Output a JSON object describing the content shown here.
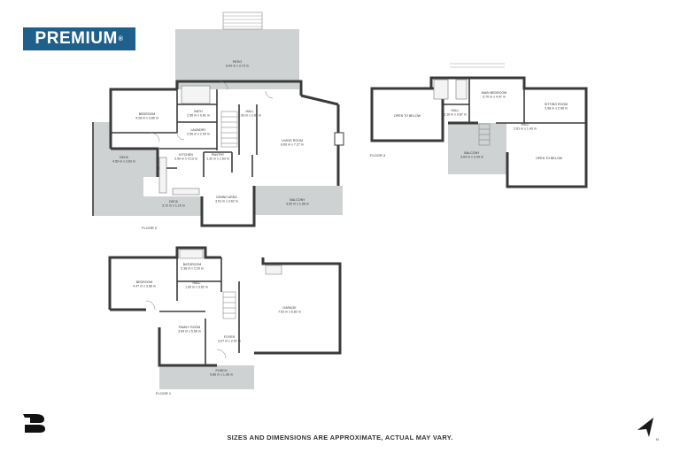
{
  "branding": {
    "logo_text": "PREMIUM",
    "trademark": "®",
    "accent_color": "#1f5f8b"
  },
  "disclaimer": "SIZES AND DIMENSIONS ARE APPROXIMATE, ACTUAL MAY VARY.",
  "colors": {
    "wall": "#3a3a3a",
    "outdoor": "#cfd2d2",
    "interior": "#ffffff"
  },
  "floors": {
    "floor2": {
      "label": "FLOOR 2",
      "rooms": [
        {
          "name": "PATIO",
          "dims": "8.00 m x 3.73 m"
        },
        {
          "name": "BEDROOM",
          "dims": "4.28 m x 3.86 m"
        },
        {
          "name": "BATH",
          "dims": "2.56 m x 0.81 m"
        },
        {
          "name": "LAUNDRY",
          "dims": "2.56 m x 2.09 m"
        },
        {
          "name": "HALL",
          "dims": "1.93 m x 2.87 m"
        },
        {
          "name": "DECK",
          "dims": "4.50 m x 3.83 m"
        },
        {
          "name": "KITCHEN",
          "dims": "3.90 m x 4.13 m"
        },
        {
          "name": "PANTRY",
          "dims": "1.32 m x 1.53 m"
        },
        {
          "name": "LIVING ROOM",
          "dims": "6.60 m x 7.27 m"
        },
        {
          "name": "DINING AREA",
          "dims": "3.51 m x 3.62 m"
        },
        {
          "name": "BALCONY",
          "dims": "3.90 m x 1.98 m"
        },
        {
          "name": "DECK",
          "dims": "3.72 m x 1.10 m"
        }
      ]
    },
    "floor3": {
      "label": "FLOOR 3",
      "rooms": [
        {
          "name": "OPEN TO BELOW",
          "dims": ""
        },
        {
          "name": "MAIN BEDROOM",
          "dims": "3.70 m x 4.47 m"
        },
        {
          "name": "SITTING ROOM",
          "dims": "3.98 m x 2.98 m"
        },
        {
          "name": "HALL",
          "dims": "2.16 m x 0.87 m"
        },
        {
          "name": "HALL",
          "dims": "2.61 m x 1.43 m"
        },
        {
          "name": "BALCONY",
          "dims": "3.64 m x 3.49 m"
        },
        {
          "name": "OPEN TO BELOW",
          "dims": ""
        }
      ]
    },
    "floor1": {
      "label": "FLOOR 1",
      "rooms": [
        {
          "name": "BATHROOM",
          "dims": "2.38 m x 2.29 m"
        },
        {
          "name": "BEDROOM",
          "dims": "4.47 m x 3.66 m"
        },
        {
          "name": "HALL",
          "dims": "1.90 m x 3.62 m"
        },
        {
          "name": "GARAGE",
          "dims": "7.63 m x 6.82 m"
        },
        {
          "name": "FAMILY ROOM",
          "dims": "3.69 m x 5.56 m"
        },
        {
          "name": "FOYER",
          "dims": "3.07 m x 2.57 m"
        },
        {
          "name": "PORCH",
          "dims": "5.86 m x 1.98 m"
        }
      ]
    }
  }
}
